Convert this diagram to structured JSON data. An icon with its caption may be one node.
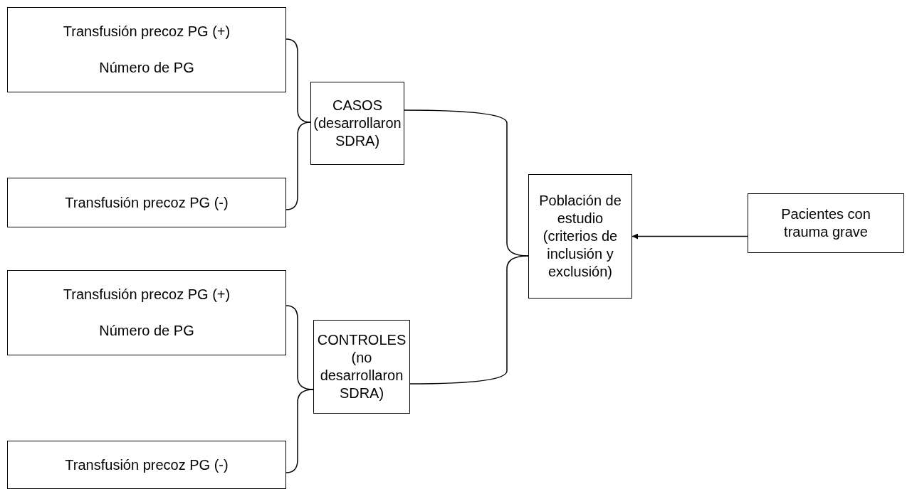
{
  "diagram": {
    "nodes": [
      {
        "text": [
          "Transfusión precoz PG (+)",
          "Número de PG"
        ]
      },
      {
        "text": [
          "Transfusión precoz PG (-)"
        ]
      },
      {
        "text": [
          "CASOS (desarrollaron SDRA)"
        ]
      },
      {
        "text": [
          "Población de estudio (criterios de inclusión y exclusión)"
        ]
      },
      {
        "text": [
          "Pacientes con trauma grave"
        ]
      },
      {
        "text": [
          "Transfusión precoz PG (+)",
          "Número de PG"
        ]
      },
      {
        "text": [
          "Transfusión precoz PG (-)"
        ]
      },
      {
        "text": [
          "CONTROLES (no desarrollaron SDRA)"
        ]
      }
    ],
    "edges": [
      {
        "from": 0,
        "to": 2,
        "arrow": "none"
      },
      {
        "from": 1,
        "to": 2,
        "arrow": "none"
      },
      {
        "from": 2,
        "to": 3,
        "arrow": "none"
      },
      {
        "from": 7,
        "to": 3,
        "arrow": "none"
      },
      {
        "from": 4,
        "to": 3,
        "arrow": "to"
      },
      {
        "from": 5,
        "to": 7,
        "arrow": "none"
      },
      {
        "from": 6,
        "to": 7,
        "arrow": "none"
      }
    ]
  }
}
